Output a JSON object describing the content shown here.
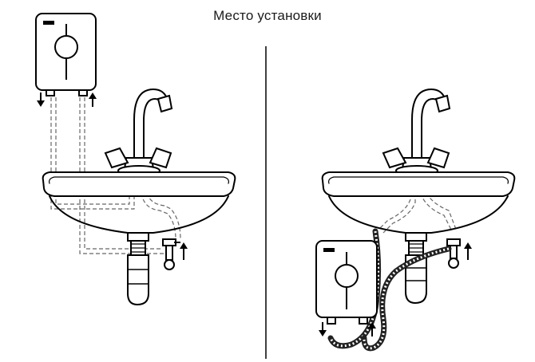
{
  "title": "Место установки",
  "colors": {
    "line": "#000000",
    "background": "#ffffff",
    "dashed": "#666666"
  },
  "panels": [
    {
      "id": "above-sink",
      "heater_position": "above"
    },
    {
      "id": "below-sink",
      "heater_position": "below"
    }
  ],
  "icons": [
    "water-heater-icon",
    "faucet-icon",
    "sink-icon",
    "siphon-icon",
    "valve-icon",
    "arrow-up-icon",
    "arrow-down-icon",
    "hose-icon"
  ]
}
